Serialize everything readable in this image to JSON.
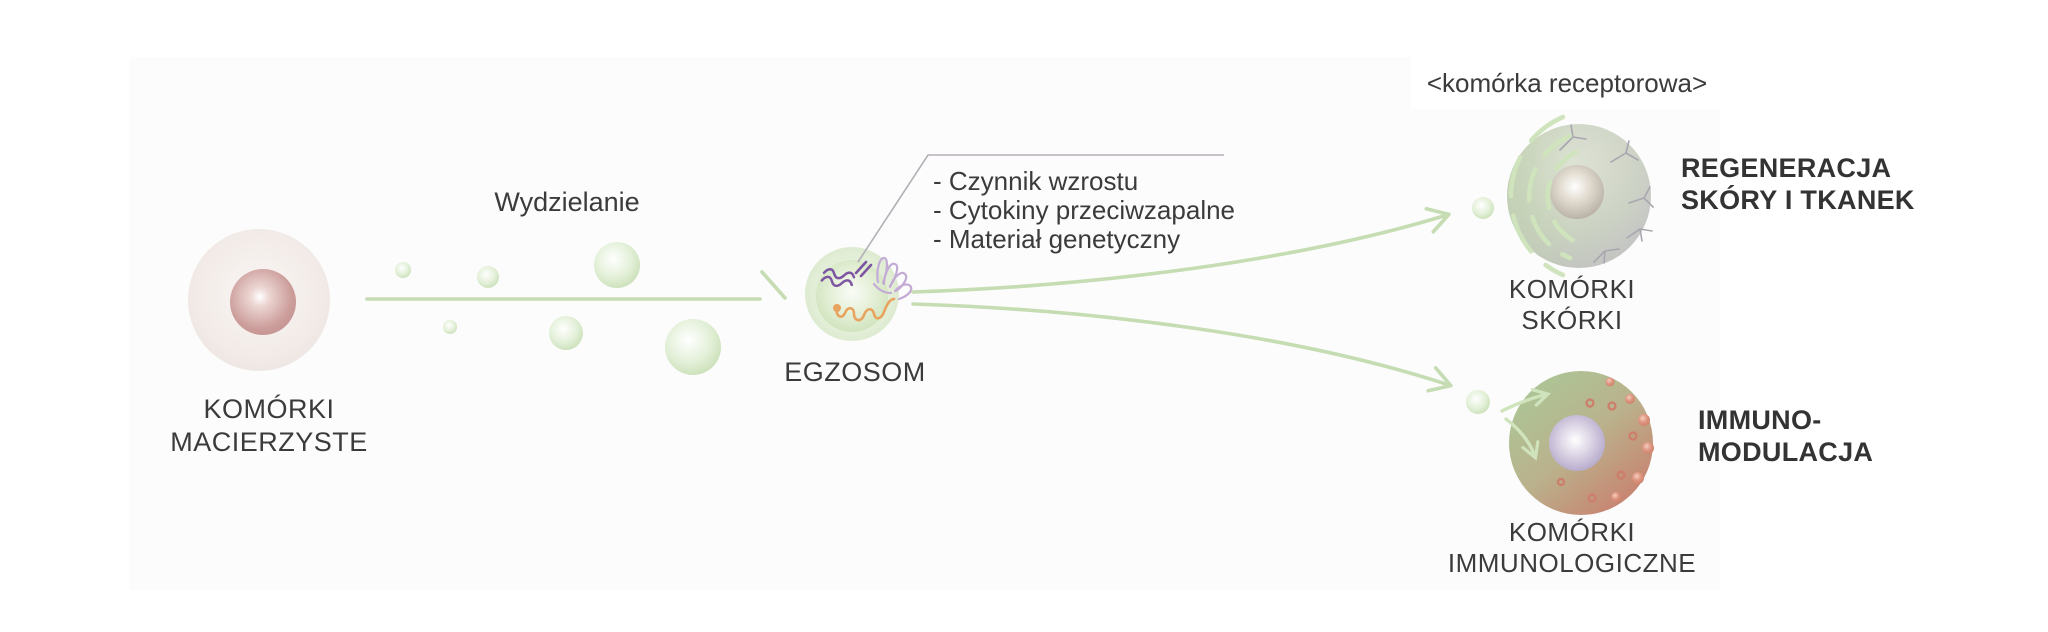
{
  "labels": {
    "secretion": "Wydzielanie",
    "stem_cells": "KOMÓRKI\nMACIERZYSTE",
    "exosome": "EGZOSOM",
    "receptor_cell": "<komórka receptorowa>",
    "skin_cells": "KOMÓRKI\nSKÓRKI",
    "regeneration": "REGENERACJA\nSKÓRY I TKANEK",
    "immunomodulation": "IMMUNO-\nMODULACJA",
    "immune_cells": "KOMÓRKI\nIMMUNOLOGICZNE"
  },
  "callout": {
    "items": [
      "- Czynnik wzrostu",
      "- Cytokiny przeciwzapalne",
      "- Materiał genetyczny"
    ]
  },
  "colors": {
    "background": "#ffffff",
    "panel": "#fcfcfc",
    "text": "#3b3b3b",
    "heading_text": "#333333",
    "green_line": "#c6dcb2",
    "arc_green": "#cfe4bd",
    "vesicle_green": "#bcd7a7",
    "exosome_green": "#c5deb0",
    "stem_cell_pink": "#e9e0dc",
    "stem_nucleus": "#b98684",
    "rna_purple": "#7d55a2",
    "genetic_orange": "#e8a45f",
    "glyco_purple": "#c3abd6",
    "leader_line": "#b3afb6",
    "crack_gray": "#a9a6af",
    "skin_cell_gray": "#c6c3c8",
    "skin_cell_green": "#cfdac5",
    "immune_green": "#abc797",
    "immune_red": "#c97e6e",
    "immune_nucleus": "#9d8fba",
    "receptor_dot": "#cd7d69"
  }
}
